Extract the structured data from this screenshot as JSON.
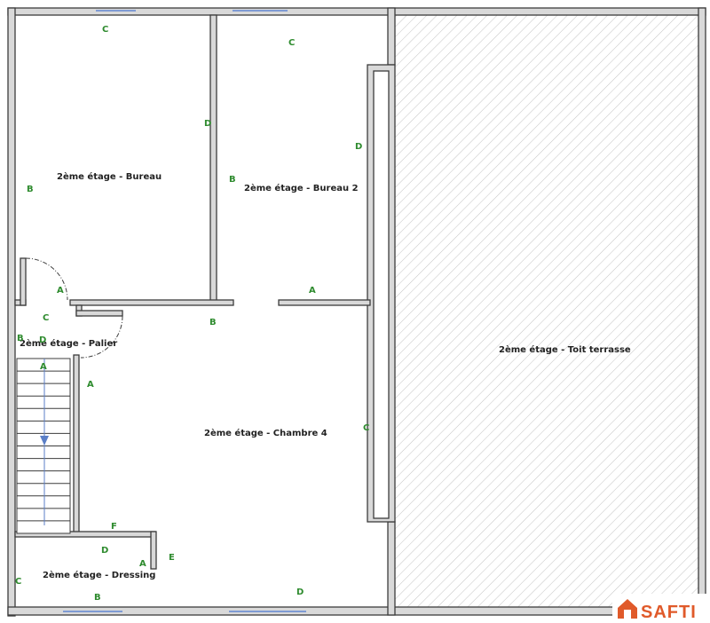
{
  "colors": {
    "wall_fill": "#d9d9d9",
    "wall_stroke": "#3c3c3c",
    "letter": "#2e8b2e",
    "hatch": "#c4c4c4",
    "window": "#7f9bd4",
    "stair_arrow": "#5b7fc7",
    "brand": "#e05a2a"
  },
  "rooms": [
    {
      "id": "bureau",
      "label": "2ème étage - Bureau"
    },
    {
      "id": "bureau2",
      "label": "2ème étage - Bureau 2"
    },
    {
      "id": "palier",
      "label": "2ème étage - Palier"
    },
    {
      "id": "chambre4",
      "label": "2ème étage - Chambre 4"
    },
    {
      "id": "dressing",
      "label": "2ème étage - Dressing"
    },
    {
      "id": "terrasse",
      "label": "2ème étage - Toit terrasse"
    }
  ],
  "wall_letters": [
    "C",
    "D",
    "B",
    "A",
    "C",
    "D",
    "B",
    "A",
    "B",
    "C",
    "D",
    "B",
    "A",
    "A",
    "C",
    "F",
    "D",
    "A",
    "E",
    "C",
    "B",
    "D"
  ],
  "brand": {
    "name": "SAFTI",
    "icon": "house-icon"
  }
}
